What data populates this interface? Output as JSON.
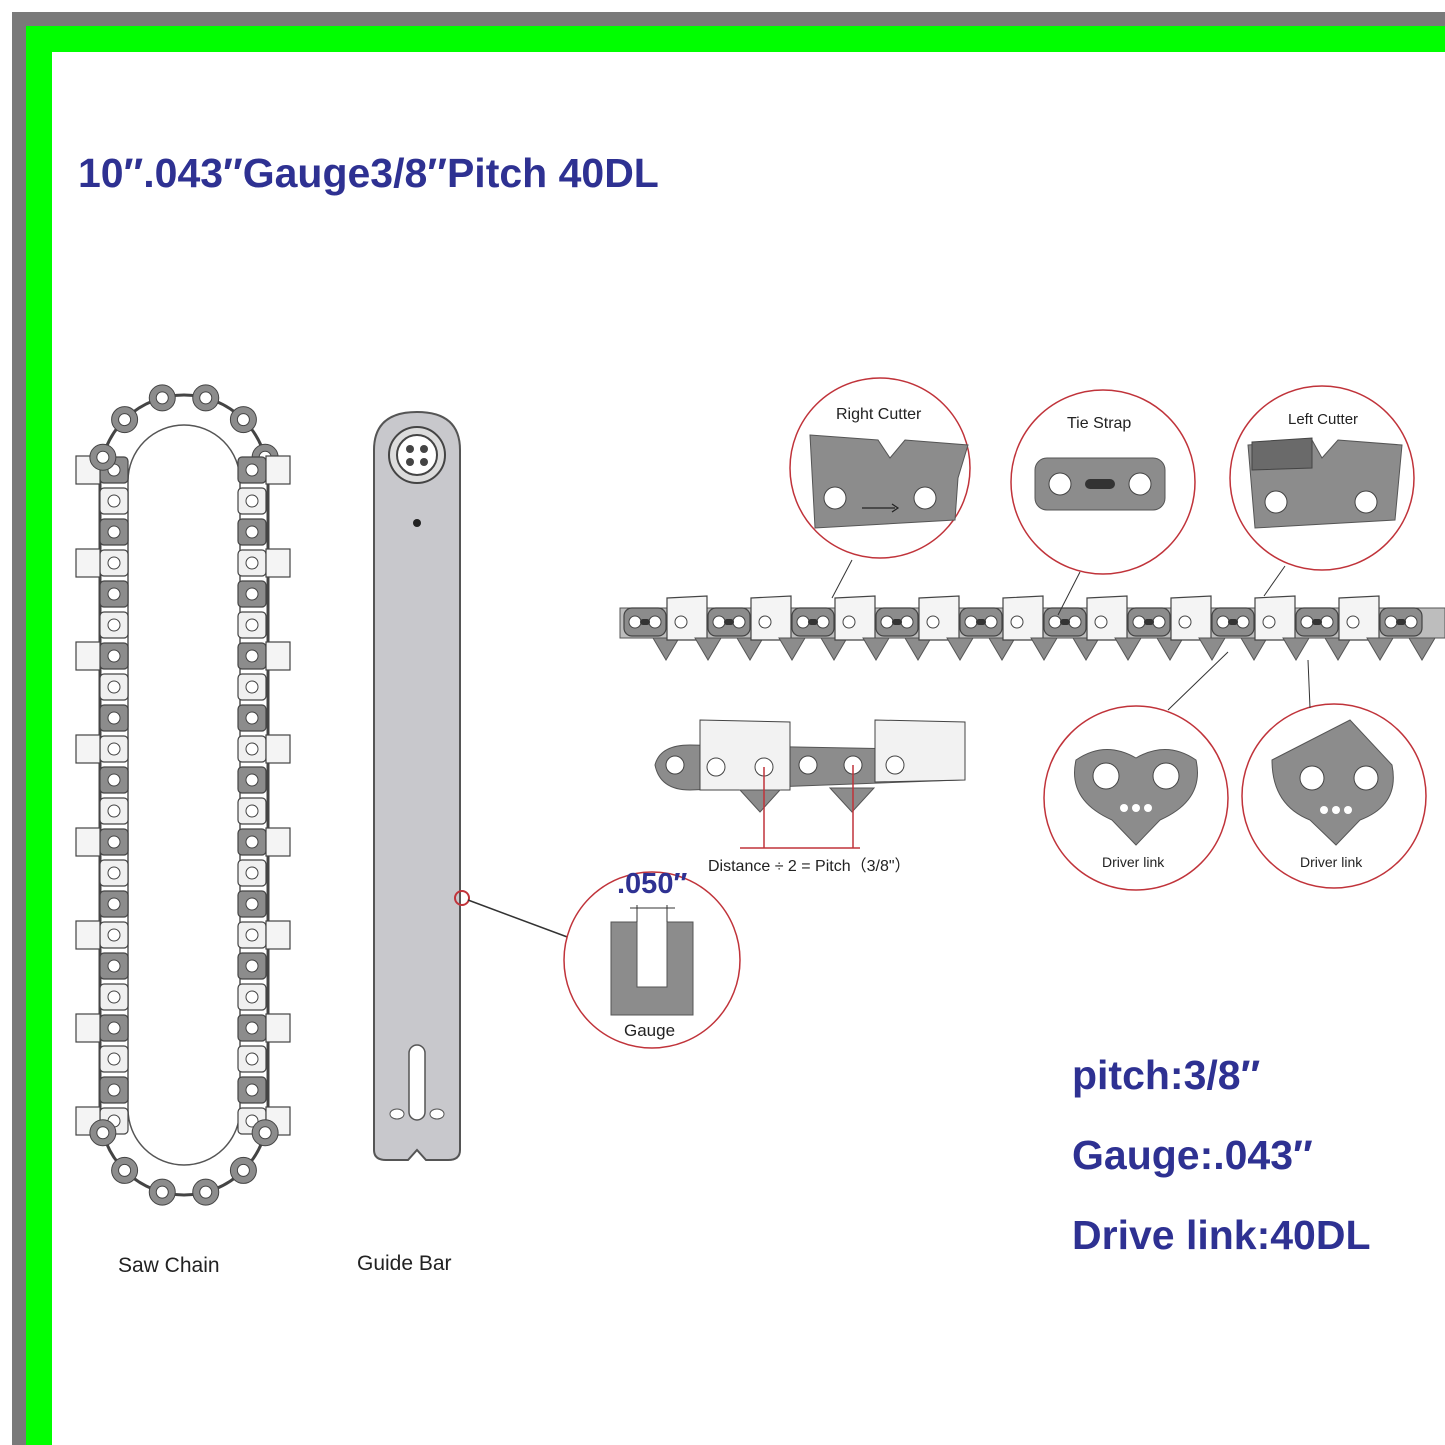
{
  "title": "10′′.043′′Gauge3/8′′Pitch 40DL",
  "specs": {
    "pitch": "pitch:3/8′′",
    "gauge": "Gauge:.043′′",
    "drive_link": "Drive link:40DL"
  },
  "labels": {
    "saw_chain": "Saw Chain",
    "guide_bar": "Guide Bar",
    "right_cutter": "Right Cutter",
    "tie_strap": "Tie Strap",
    "left_cutter": "Left Cutter",
    "driver_link_1": "Driver link",
    "driver_link_2": "Driver link",
    "gauge_detail_value": ".050′′",
    "gauge_detail_label": "Gauge",
    "pitch_formula": "Distance ÷ 2 = Pitch（3/8\"）"
  },
  "colors": {
    "frame_green": "#00ff00",
    "frame_gray": "#7a7a7a",
    "text_blue": "#2e3192",
    "callout_red": "#c0333a",
    "metal_gray": "#8c8c8c",
    "bar_gray": "#c8c8cc"
  }
}
